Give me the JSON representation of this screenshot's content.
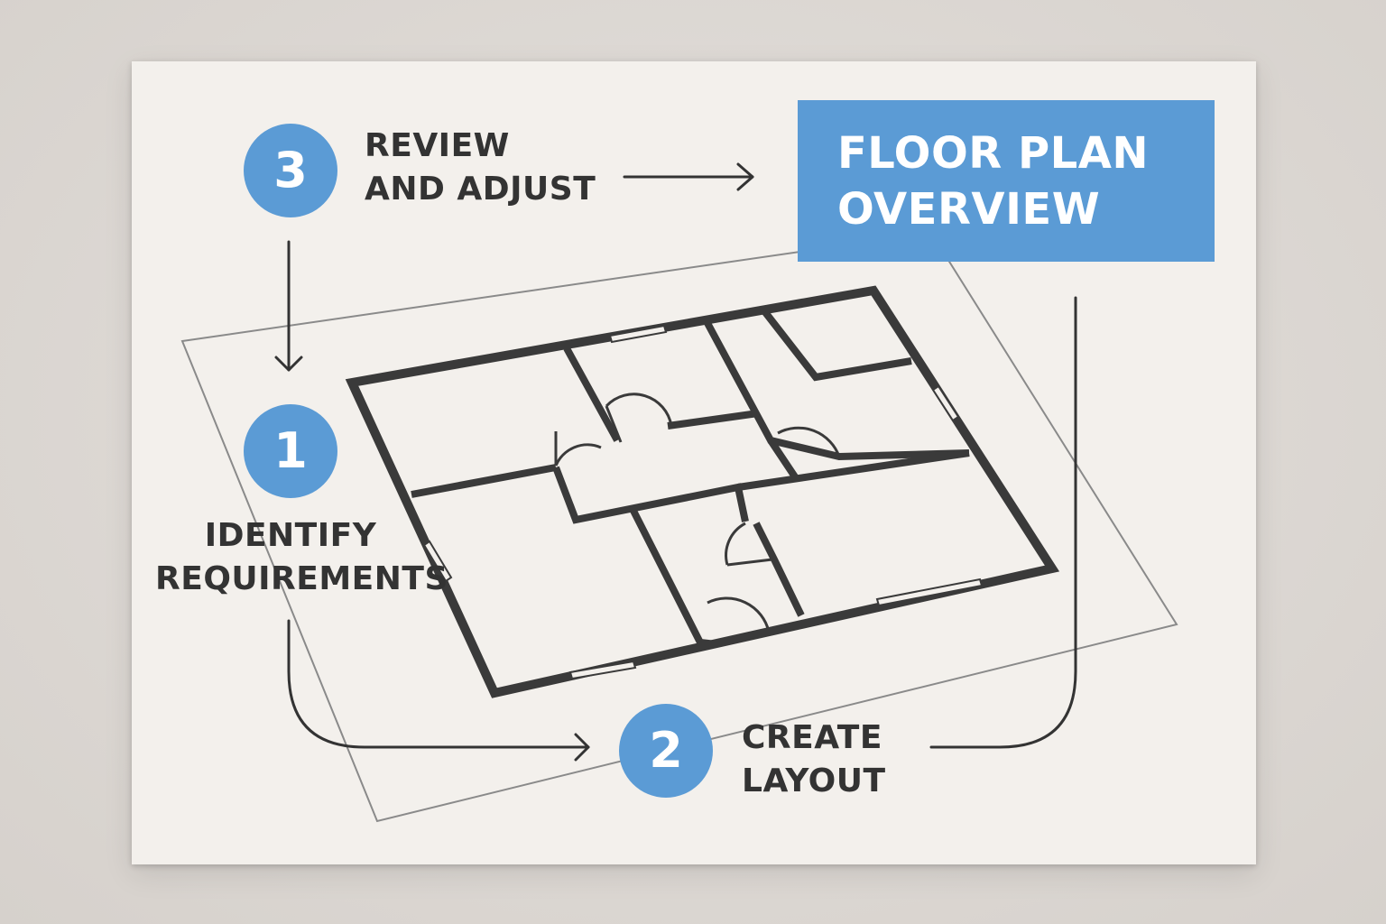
{
  "title": {
    "line1": "FLOOR PLAN",
    "line2": "OVERVIEW"
  },
  "steps": [
    {
      "number": "1",
      "line1": "IDENTIFY",
      "line2": "REQUIREMENTS"
    },
    {
      "number": "2",
      "line1": "CREATE",
      "line2": "LAYOUT"
    },
    {
      "number": "3",
      "line1": "REVIEW",
      "line2": "AND ADJUST"
    }
  ],
  "colors": {
    "accent": "#5b9bd5",
    "ink": "#333333",
    "wall": "#3a3a3a",
    "paper": "#f3f0ec"
  }
}
